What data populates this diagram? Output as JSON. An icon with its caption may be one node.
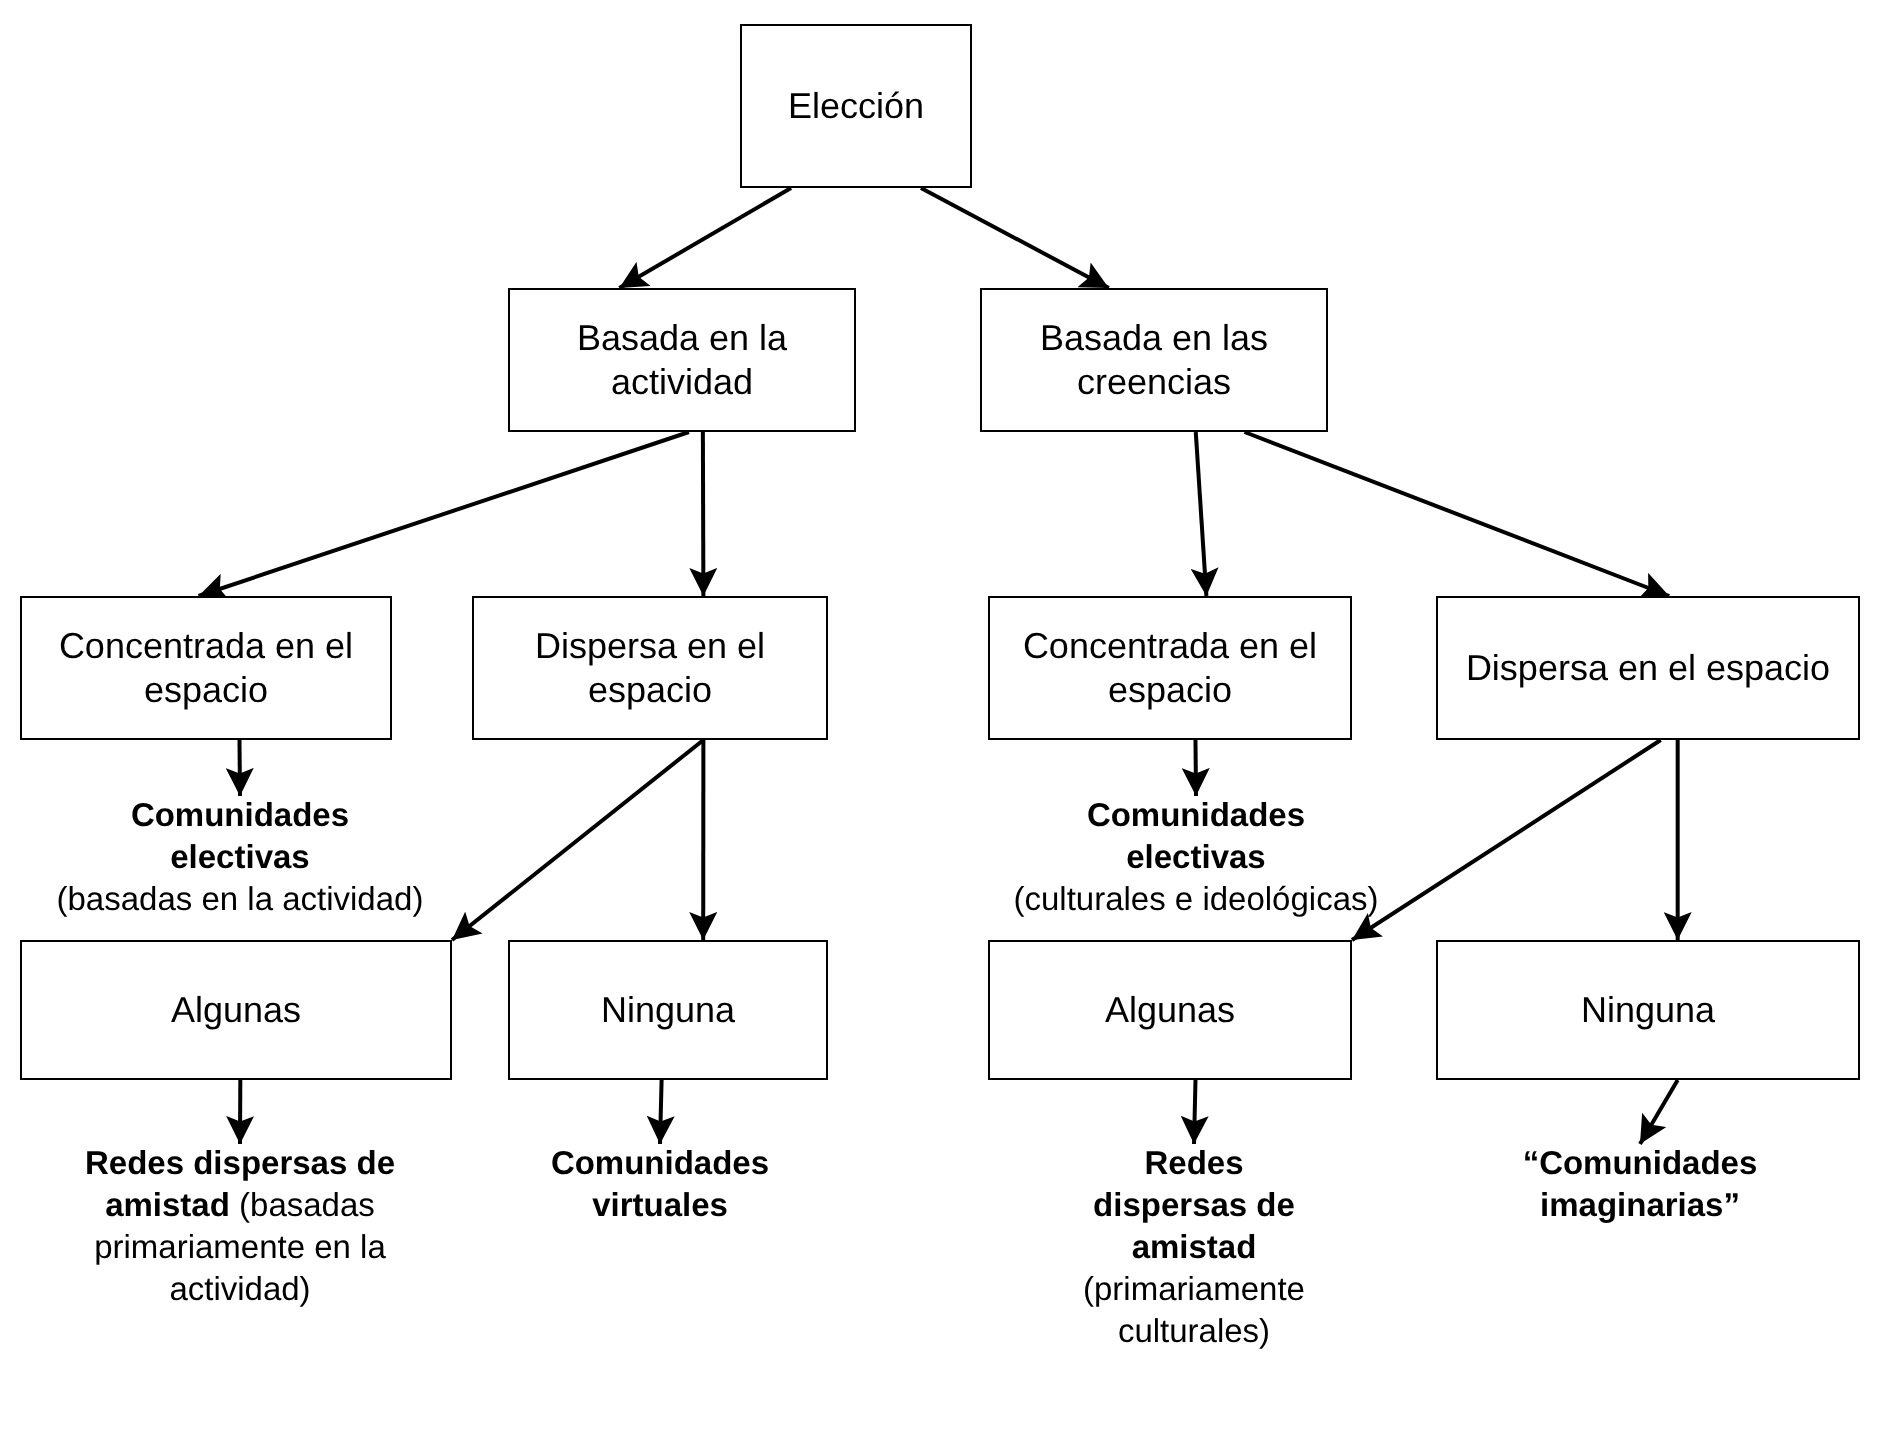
{
  "diagram": {
    "nodes": [
      {
        "text": [
          "Elección"
        ]
      },
      {
        "text": [
          "Basada en la actividad"
        ]
      },
      {
        "text": [
          "Basada en las creencias"
        ]
      },
      {
        "text": [
          "Concentrada en el espacio"
        ]
      },
      {
        "text": [
          "Dispersa en el espacio"
        ]
      },
      {
        "text": [
          "Concentrada en el espacio"
        ]
      },
      {
        "text": [
          "Dispersa en el espacio"
        ]
      },
      {
        "text": [
          "Comunidades electivas",
          "(basadas en la actividad)"
        ]
      },
      {
        "text": [
          "Comunidades electivas",
          "(culturales e ideológicas)"
        ]
      },
      {
        "text": [
          "Algunas"
        ]
      },
      {
        "text": [
          "Ninguna"
        ]
      },
      {
        "text": [
          "Algunas"
        ]
      },
      {
        "text": [
          "Ninguna"
        ]
      },
      {
        "text": [
          "Redes dispersas de amistad",
          "(basadas primariamente en la actividad)"
        ]
      },
      {
        "text": [
          "Comunidades virtuales"
        ]
      },
      {
        "text": [
          "Redes dispersas de amistad",
          "(primariamente culturales)"
        ]
      },
      {
        "text": [
          "“Comunidades imaginarias”"
        ]
      }
    ],
    "edges": [
      {
        "from": 0,
        "to": 1,
        "arrow": "to"
      },
      {
        "from": 0,
        "to": 2,
        "arrow": "to"
      },
      {
        "from": 1,
        "to": 3,
        "arrow": "to"
      },
      {
        "from": 1,
        "to": 4,
        "arrow": "to"
      },
      {
        "from": 2,
        "to": 5,
        "arrow": "to"
      },
      {
        "from": 2,
        "to": 6,
        "arrow": "to"
      },
      {
        "from": 3,
        "to": 7,
        "arrow": "to"
      },
      {
        "from": 5,
        "to": 8,
        "arrow": "to"
      },
      {
        "from": 4,
        "to": 9,
        "arrow": "to"
      },
      {
        "from": 4,
        "to": 10,
        "arrow": "to"
      },
      {
        "from": 6,
        "to": 11,
        "arrow": "to"
      },
      {
        "from": 6,
        "to": 12,
        "arrow": "to"
      },
      {
        "from": 9,
        "to": 13,
        "arrow": "to"
      },
      {
        "from": 10,
        "to": 14,
        "arrow": "to"
      },
      {
        "from": 11,
        "to": 15,
        "arrow": "to"
      },
      {
        "from": 12,
        "to": 16,
        "arrow": "to"
      }
    ]
  }
}
